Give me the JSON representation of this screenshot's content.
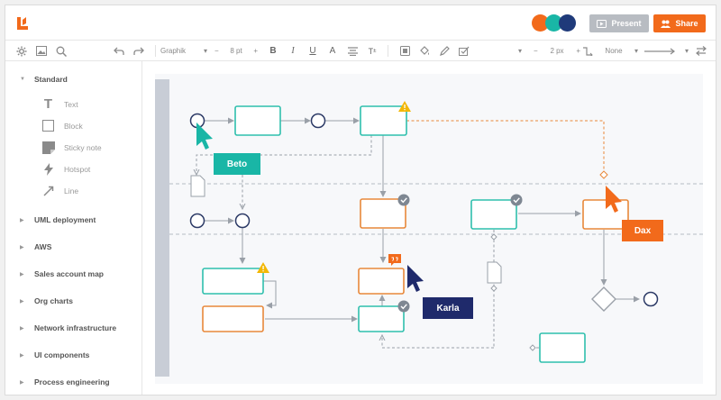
{
  "header": {
    "present_label": "Present",
    "share_label": "Share",
    "colors": {
      "brand": "#f26a1b",
      "present_bg": "#b8bcc2",
      "avatar_1": "#f26a1b",
      "avatar_2": "#19b6a6",
      "avatar_3": "#1f3a7a"
    }
  },
  "toolbar": {
    "font_name": "Graphik",
    "font_size": "8 pt",
    "line_width": "2 px",
    "arrow_style": "None"
  },
  "sidebar": {
    "standard": {
      "title": "Standard",
      "items": [
        {
          "label": "Text",
          "icon": "text-icon"
        },
        {
          "label": "Block",
          "icon": "block-icon"
        },
        {
          "label": "Sticky note",
          "icon": "sticky-note-icon"
        },
        {
          "label": "Hotspot",
          "icon": "hotspot-icon"
        },
        {
          "label": "Line",
          "icon": "line-icon"
        }
      ]
    },
    "sections": [
      "UML deployment",
      "AWS",
      "Sales account map",
      "Org charts",
      "Network infrastructure",
      "UI components",
      "Process engineering"
    ]
  },
  "collaborators": [
    {
      "name": "Beto",
      "color": "#19b6a6"
    },
    {
      "name": "Dax",
      "color": "#f26a1b"
    },
    {
      "name": "Karla",
      "color": "#1f2a6b"
    }
  ],
  "diagram_colors": {
    "teal": "#2fbfad",
    "orange": "#e8883a",
    "navy": "#2c3a66",
    "connector": "#9aa0a8",
    "warning": "#f2b705"
  }
}
